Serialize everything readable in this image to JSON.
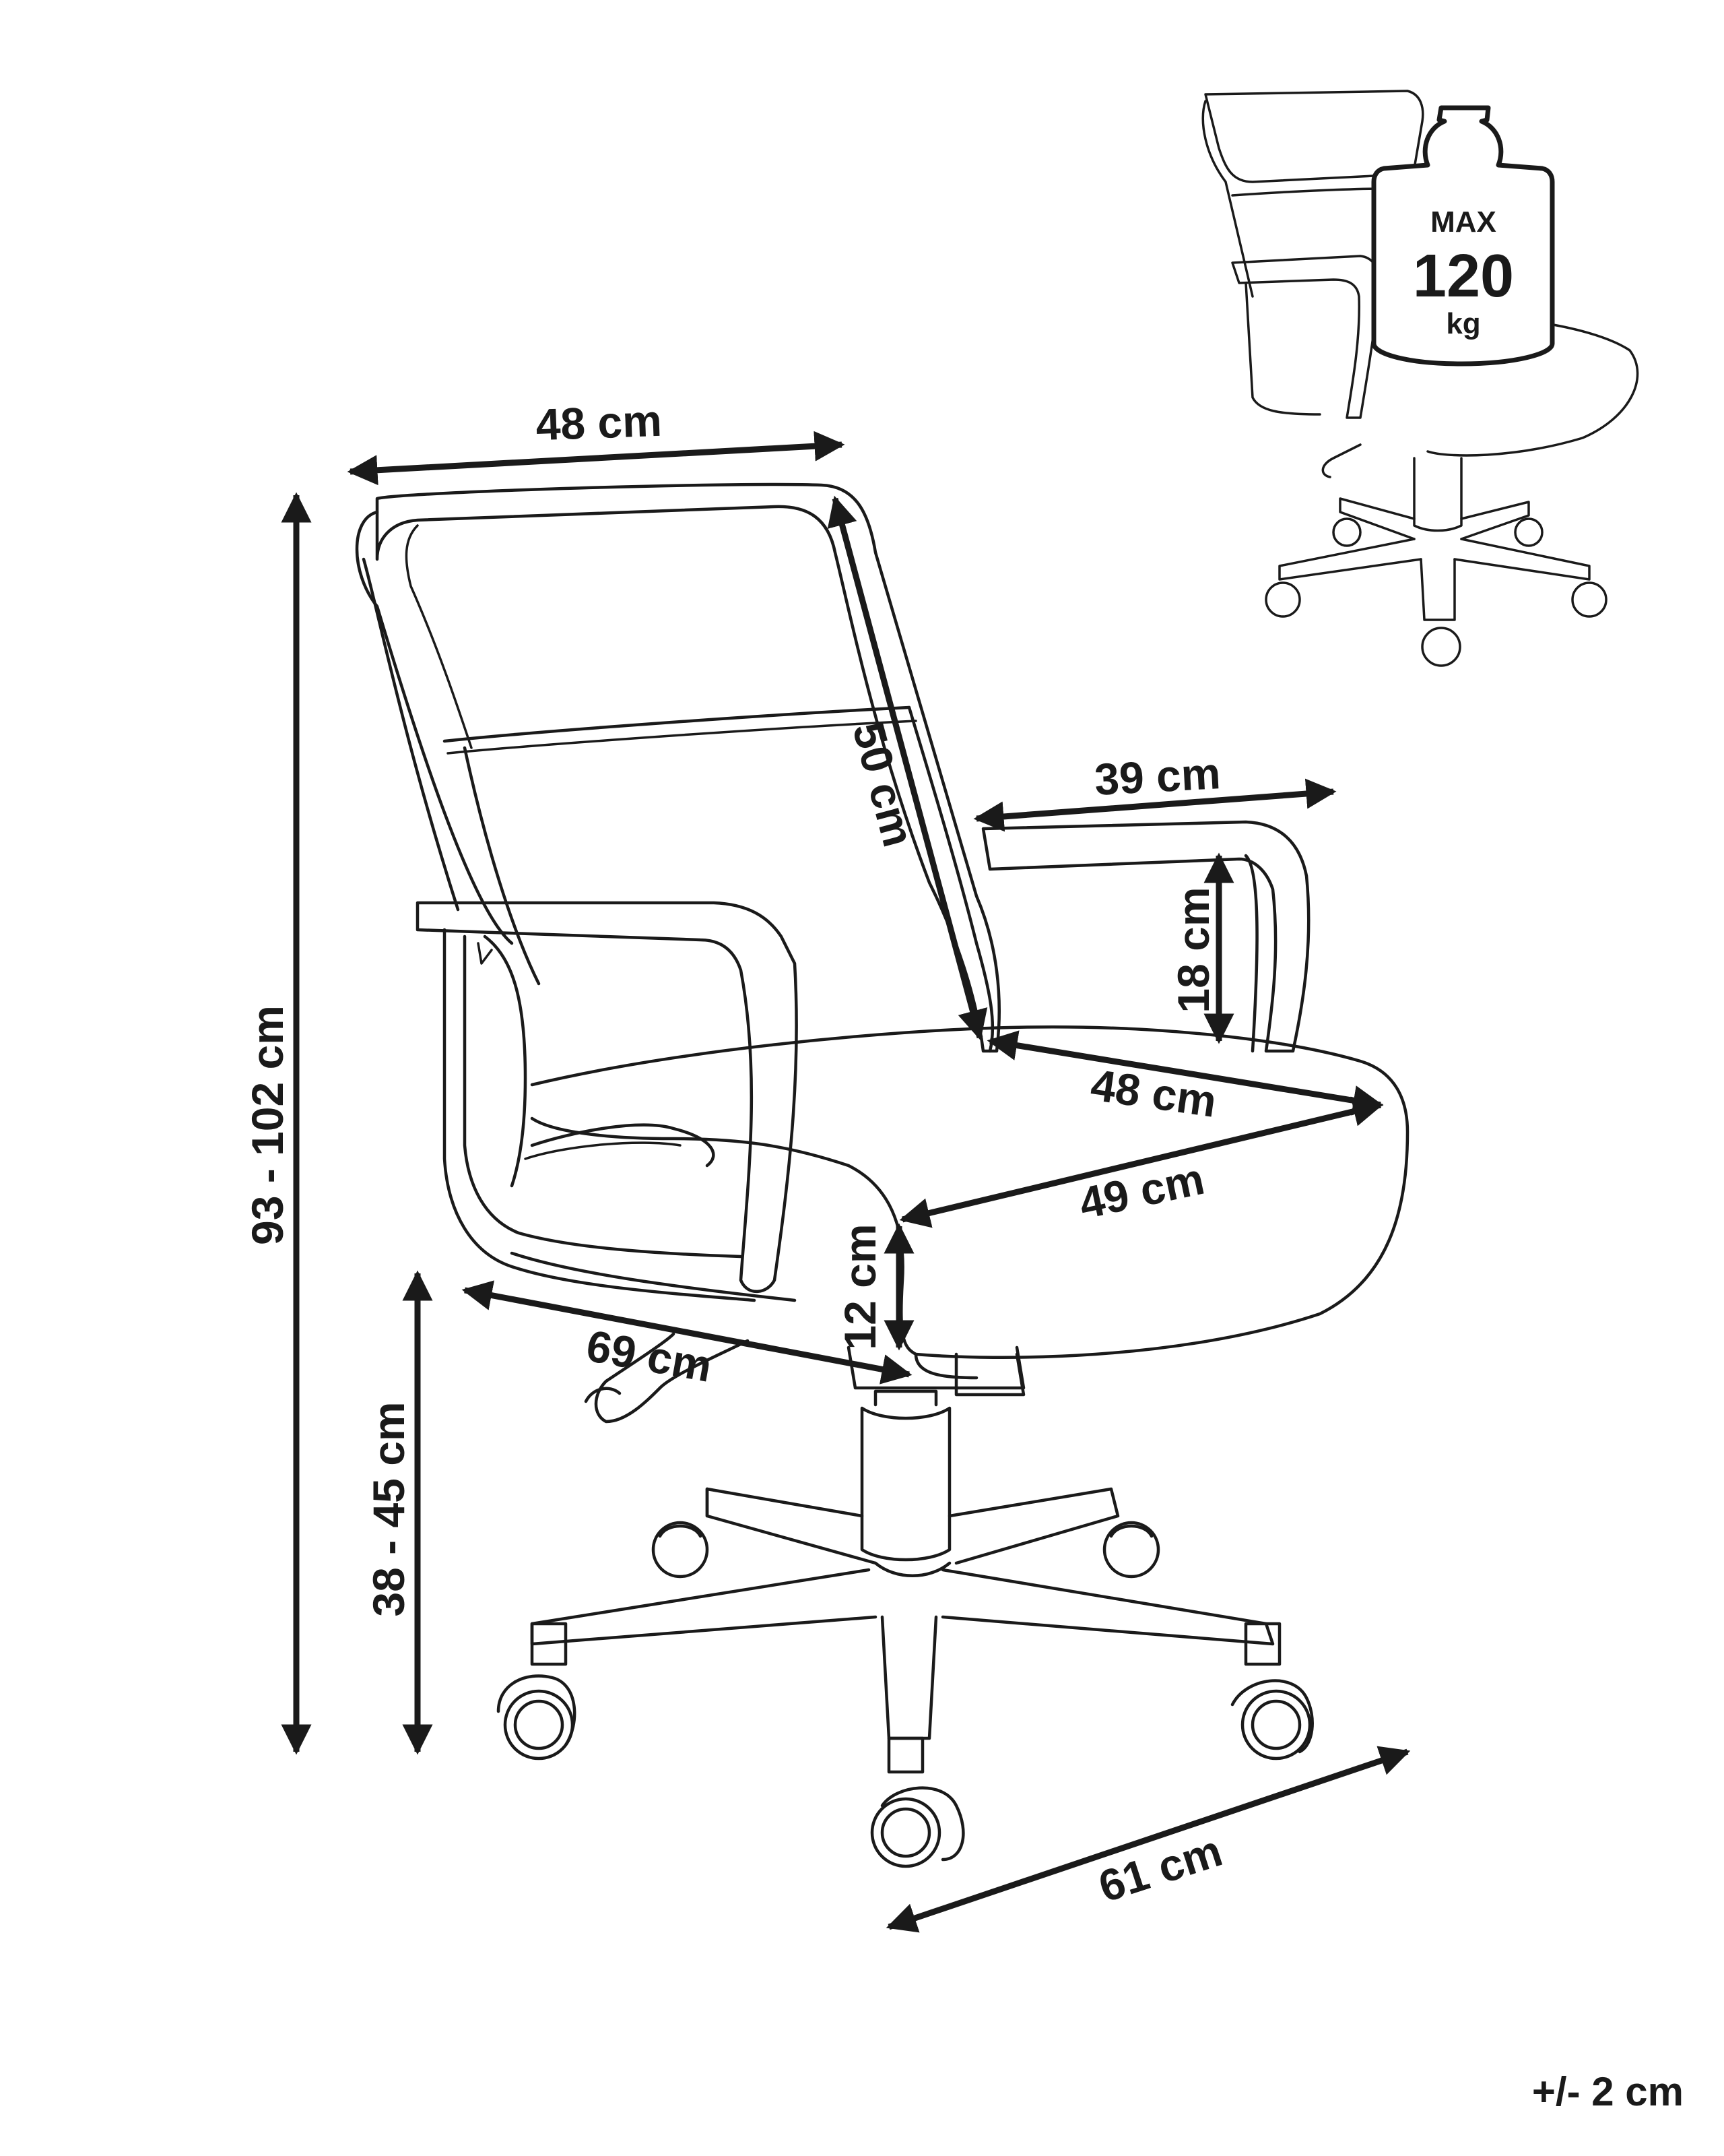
{
  "dimensions": {
    "backrest_width": "48 cm",
    "backrest_height": "50 cm",
    "armrest_length": "39 cm",
    "armrest_height": "18 cm",
    "seat_depth": "48 cm",
    "seat_width": "49 cm",
    "seat_thickness": "12 cm",
    "overall_depth": "69 cm",
    "total_height": "93 - 102 cm",
    "seat_height": "38 - 45 cm",
    "base_diameter": "61 cm"
  },
  "max_load": {
    "line1": "MAX",
    "line2": "120",
    "line3": "kg"
  },
  "tolerance": "+/- 2 cm"
}
